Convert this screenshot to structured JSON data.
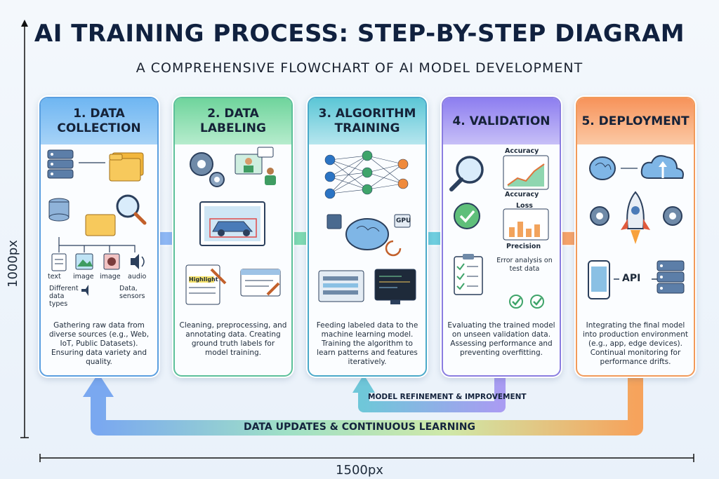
{
  "title": "AI TRAINING PROCESS: STEP-BY-STEP DIAGRAM",
  "subtitle": "A COMPREHENSIVE FLOWCHART OF AI MODEL DEVELOPMENT",
  "dimensions": {
    "height_label": "1000px",
    "width_label": "1500px"
  },
  "steps": [
    {
      "title": "1. DATA COLLECTION",
      "icons": [
        "server-icon",
        "folder-icon",
        "database-icon",
        "magnifier-icon"
      ],
      "data_types": [
        "text",
        "image",
        "image",
        "audio"
      ],
      "types_note": "Different data types",
      "sensors_note": "Data, sensors",
      "description": "Gathering raw data from diverse sources (e.g., Web, IoT, Public Datasets). Ensuring data variety and quality."
    },
    {
      "title": "2. DATA LABELING",
      "icons": [
        "gears-icon",
        "annotators-icon",
        "labeled-image-icon",
        "document-icon"
      ],
      "highlight_label": "Highlight",
      "description": "Cleaning, preprocessing, and annotating data. Creating ground truth labels for model training."
    },
    {
      "title": "3. ALGORITHM TRAINING",
      "icons": [
        "neural-network-icon",
        "brain-chip-icon",
        "code-monitor-icon"
      ],
      "gpu_label": "GPU",
      "description": "Feeding labeled data to the machine learning model. Training the algorithm to learn patterns and features iteratively."
    },
    {
      "title": "4. VALIDATION",
      "icons": [
        "magnifier-icon",
        "check-circle-icon",
        "checklist-icon"
      ],
      "metrics": [
        "Accuracy",
        "Accuracy",
        "Loss",
        "Precision"
      ],
      "error_note": "Error analysis on test data",
      "description": "Evaluating the trained model on unseen validation data. Assessing performance and preventing overfitting."
    },
    {
      "title": "5. DEPLOYMENT",
      "icons": [
        "brain-icon",
        "cloud-icon",
        "rocket-icon",
        "phone-icon",
        "server-icon"
      ],
      "api_label": "API",
      "description": "Integrating the final model into production environment (e.g., app, edge devices). Continual monitoring for performance drifts."
    }
  ],
  "loops": {
    "refinement": "MODEL REFINEMENT & IMPROVEMENT",
    "continuous": "DATA UPDATES & CONTINUOUS LEARNING"
  },
  "colors": {
    "step1": "#6fb6f2",
    "step2": "#6fd49c",
    "step3": "#5bc6d6",
    "step4": "#8d7ef0",
    "step5": "#f7935a"
  }
}
